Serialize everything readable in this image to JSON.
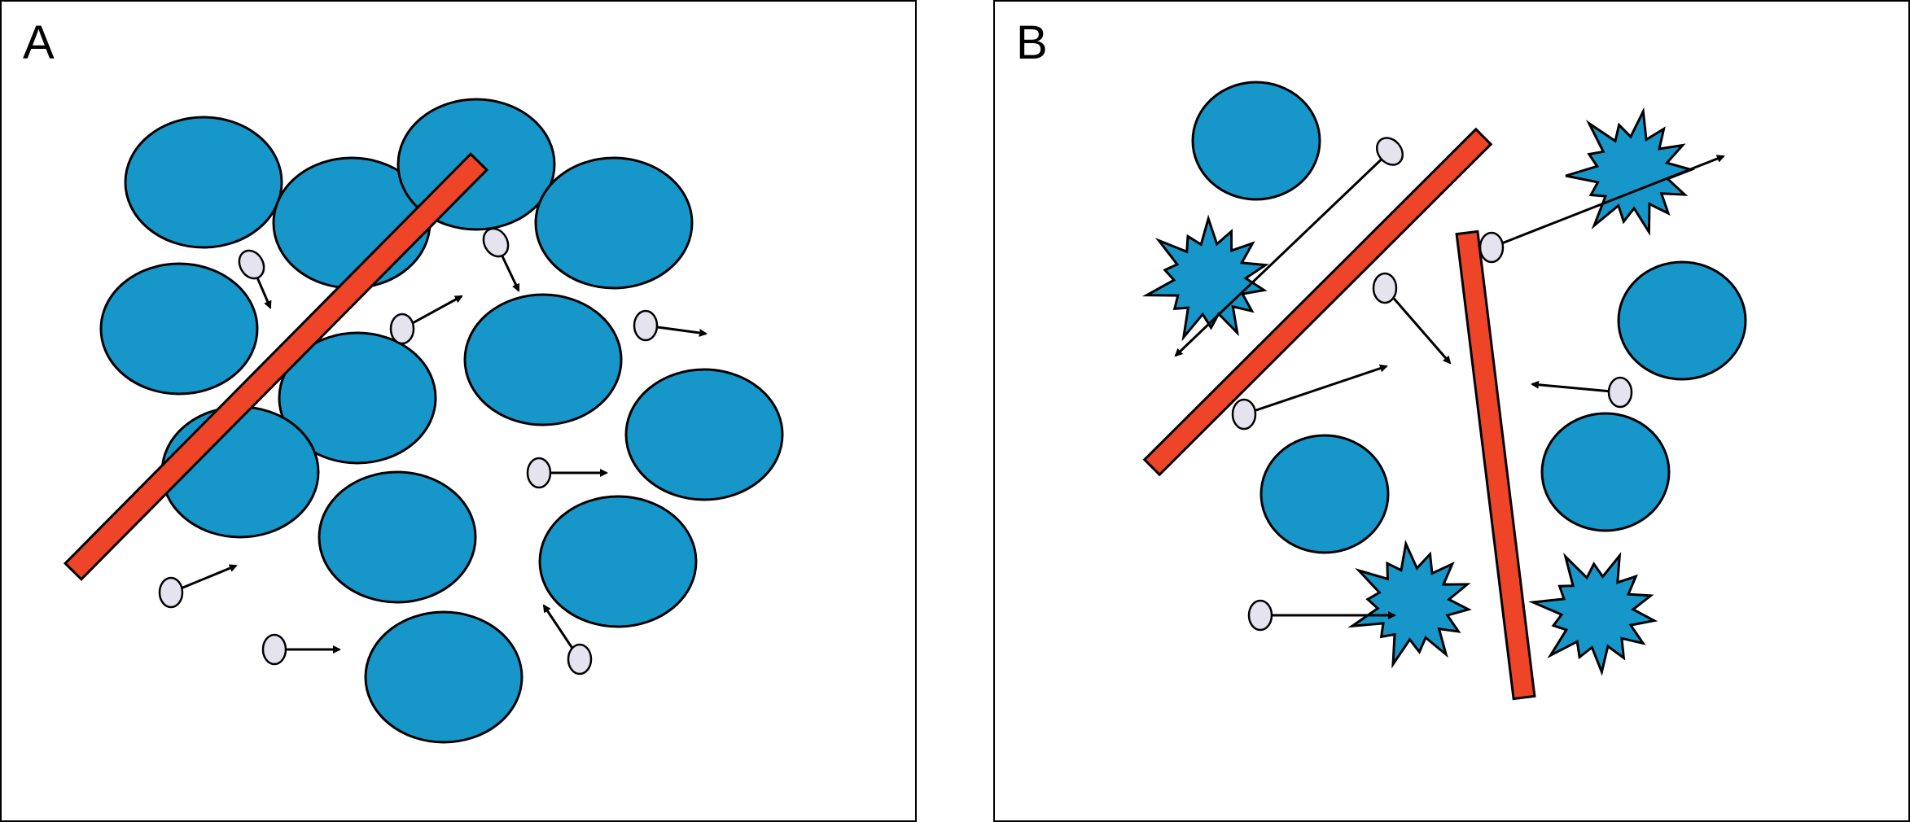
{
  "panels": [
    {
      "label": "A"
    },
    {
      "label": "B"
    }
  ],
  "colors": {
    "cell_fill": "#1797c9",
    "fiber_fill": "#ee4528",
    "particle_fill": "#e5e4ee",
    "outline": "#000000",
    "background": "#ffffff"
  },
  "icons": {
    "cell": "ellipse",
    "damaged_cell": "starburst",
    "fiber": "red-rod",
    "particle": "small-oval-with-arrow"
  }
}
